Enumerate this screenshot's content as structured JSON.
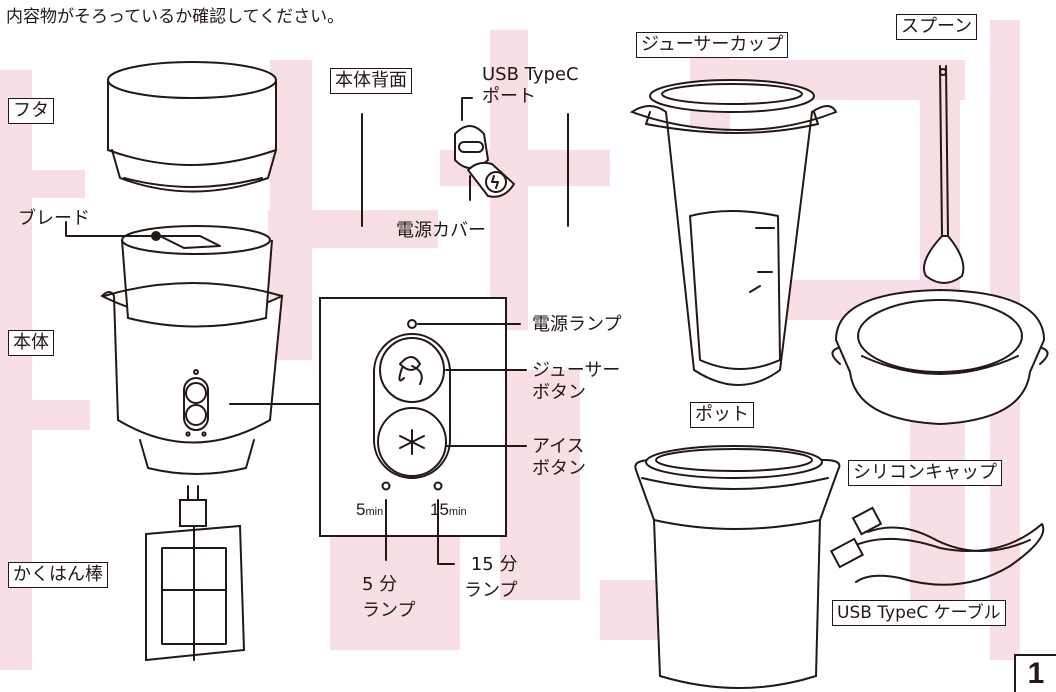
{
  "header": {
    "instruction": "内容物がそろっているか確認してください。"
  },
  "labels": {
    "lid": "フタ",
    "blade": "ブレード",
    "body": "本体",
    "stirrer": "かくはん棒",
    "back": "本体背面",
    "usb_port": "USB TypeC\nポート",
    "power_cover": "電源カバー",
    "power_lamp": "電源ランプ",
    "juicer_button": "ジューサー\nボタン",
    "ice_button": "アイス\nボタン",
    "lamp5": "5 分\nランプ",
    "lamp15": "15 分\nランプ",
    "juicer_cup": "ジューサーカップ",
    "spoon": "スプーン",
    "silicone_cap": "シリコンキャップ",
    "pot": "ポット",
    "usb_cable": "USB TypeC ケーブル"
  },
  "panel": {
    "t5_num": "5",
    "t5_unit": "min",
    "t15_num": "15",
    "t15_unit": "min"
  },
  "page_number": "1",
  "colors": {
    "ink": "#231815",
    "watermark": "#f6dde3"
  }
}
